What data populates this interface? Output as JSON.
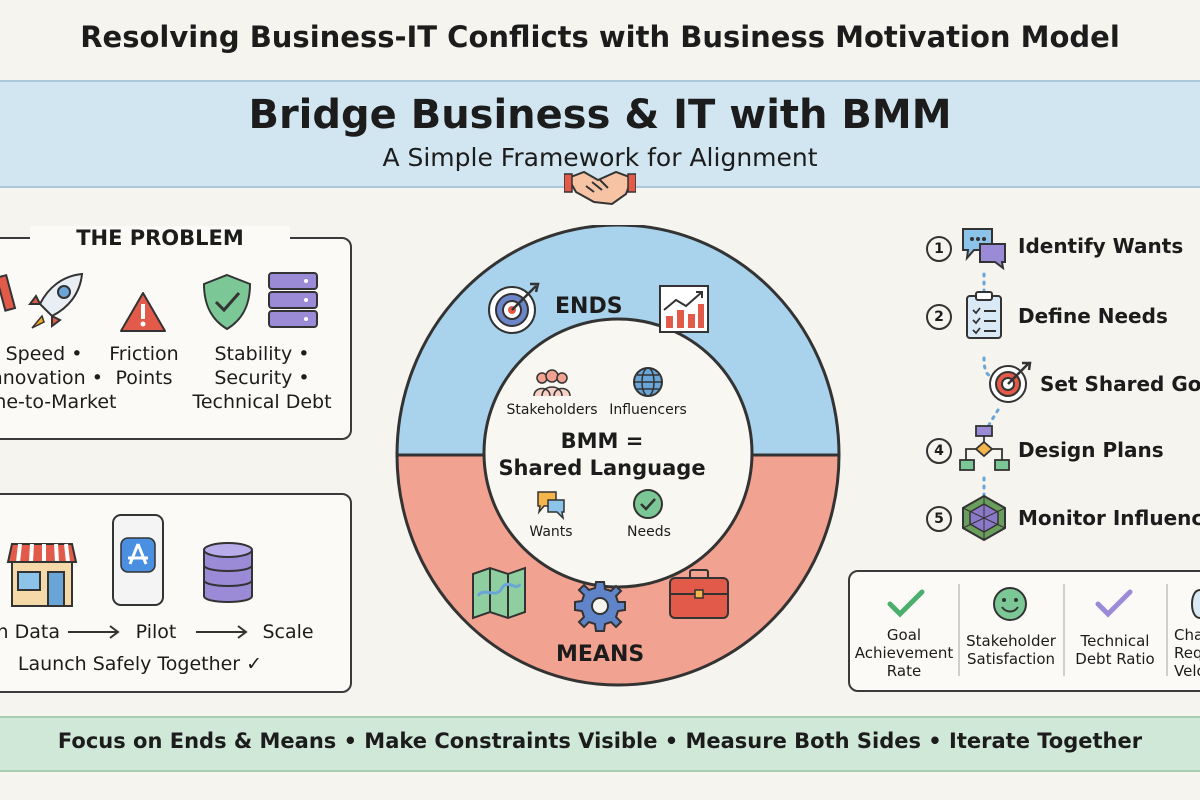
{
  "header": {
    "title": "Resolving Business-IT Conflicts with Business Motivation Model",
    "banner_title": "Bridge Business & IT with BMM",
    "banner_subtitle": "A Simple Framework for Alignment"
  },
  "problem": {
    "heading": "THE PROBLEM",
    "business_line1": "Speed •",
    "business_line2": "Innovation •",
    "business_line3": "Time-to-Market",
    "friction_line1": "Friction",
    "friction_line2": "Points",
    "it_line1": "Stability •",
    "it_line2": "Security •",
    "it_line3": "Technical Debt"
  },
  "launch": {
    "flow_start": "Gain Data",
    "flow_mid": "Pilot",
    "flow_end": "Scale",
    "caption": "Launch Safely Together ✓"
  },
  "bmm": {
    "ends": "ENDS",
    "means": "MEANS",
    "stakeholders": "Stakeholders",
    "influencers": "Influencers",
    "core_line1": "BMM =",
    "core_line2": "Shared Language",
    "wants": "Wants",
    "needs": "Needs"
  },
  "steps": [
    {
      "num": "1",
      "label": "Identify Wants"
    },
    {
      "num": "2",
      "label": "Define Needs"
    },
    {
      "num": "3",
      "label": "Set Shared Goals"
    },
    {
      "num": "4",
      "label": "Design Plans"
    },
    {
      "num": "5",
      "label": "Monitor Influencers"
    }
  ],
  "metrics": [
    {
      "line1": "Goal",
      "line2": "Achievement",
      "line3": "Rate"
    },
    {
      "line1": "Stakeholder",
      "line2": "Satisfaction",
      "line3": ""
    },
    {
      "line1": "Technical",
      "line2": "Debt Ratio",
      "line3": ""
    },
    {
      "line1": "Change",
      "line2": "Request",
      "line3": "Velocity"
    }
  ],
  "footer": {
    "text": "Focus on Ends & Means • Make Constraints Visible • Measure Both Sides • Iterate Together"
  },
  "colors": {
    "ends_blue": "#a9d3ec",
    "means_coral": "#f2a290",
    "banner": "#d2e6f2",
    "footer": "#cfe8d7",
    "check_green": "#4caf6e"
  },
  "icons": [
    "handshake-icon",
    "rocket-icon",
    "warning-icon",
    "shield-check-icon",
    "server-icon",
    "store-icon",
    "app-store-icon",
    "database-icon",
    "target-icon",
    "chart-icon",
    "people-icon",
    "globe-icon",
    "chat-icon",
    "check-icon",
    "map-icon",
    "gear-icon",
    "briefcase-icon",
    "clipboard-icon",
    "flowchart-icon",
    "radar-icon",
    "smiley-icon"
  ]
}
